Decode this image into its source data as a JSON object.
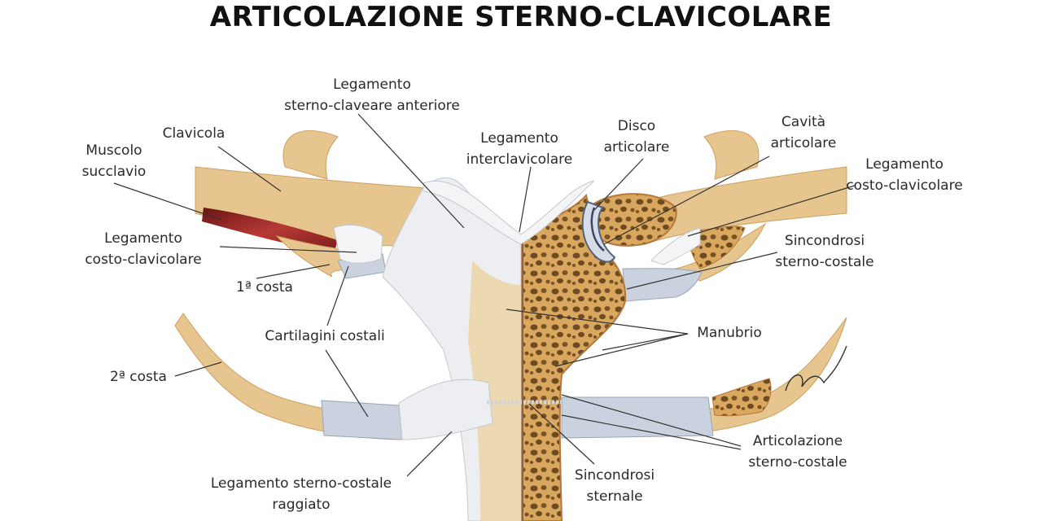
{
  "title": "ARTICOLAZIONE STERNO-CLAVICOLARE",
  "colors": {
    "bone": "#e7c58f",
    "bone_dark": "#cf9f5f",
    "ligament": "#eceef1",
    "cartilage": "#c9d2de",
    "muscle": "#9a2a28",
    "spongy": "#d9a85e",
    "cortical": "#b3783a",
    "line": "#333333"
  },
  "labels": {
    "lig_sterno_anteriore": [
      "Legamento",
      "sterno-claveare anteriore"
    ],
    "clavicola": [
      "Clavicola"
    ],
    "muscolo_succlavio": [
      "Muscolo",
      "succlavio"
    ],
    "lig_interclavicolare": [
      "Legamento",
      "interclavicolare"
    ],
    "disco_articolare": [
      "Disco",
      "articolare"
    ],
    "cavita_articolare": [
      "Cavità",
      "articolare"
    ],
    "lig_costo_clavicolare_right": [
      "Legamento",
      "costo-clavicolare"
    ],
    "lig_costo_clavicolare_left": [
      "Legamento",
      "costo-clavicolare"
    ],
    "sincondrosi_sterno_costale": [
      "Sincondrosi",
      "sterno-costale"
    ],
    "prima_costa": [
      "1ª costa"
    ],
    "cartilagini_costali": [
      "Cartilagini costali"
    ],
    "manubrio": [
      "Manubrio"
    ],
    "seconda_costa": [
      "2ª costa"
    ],
    "articolazione_sterno_costale": [
      "Articolazione",
      "sterno-costale"
    ],
    "lig_sterno_costale_raggiato": [
      "Legamento sterno-costale",
      "raggiato"
    ],
    "sincondrosi_sternale": [
      "Sincondrosi",
      "sternale"
    ]
  }
}
